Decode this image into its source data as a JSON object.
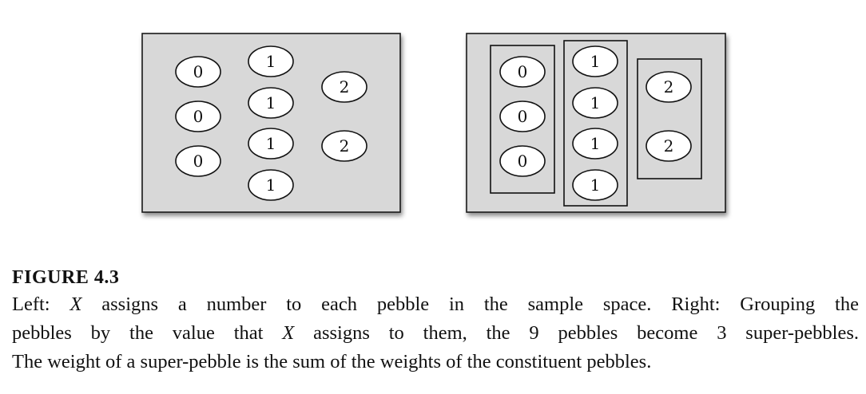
{
  "left_panel": {
    "columns": [
      {
        "value": "0",
        "pebbles": 3
      },
      {
        "value": "1",
        "pebbles": 4
      },
      {
        "value": "2",
        "pebbles": 2
      }
    ]
  },
  "right_panel": {
    "groups": [
      {
        "value": "0",
        "pebbles": 3
      },
      {
        "value": "1",
        "pebbles": 4
      },
      {
        "value": "2",
        "pebbles": 2
      }
    ]
  },
  "caption": {
    "label": "FIGURE 4.3",
    "lines": [
      "Left: X assigns a number to each pebble in the sample space. Right: Grouping the",
      "pebbles by the value that X assigns to them, the 9 pebbles become 3 super-pebbles.",
      "The weight of a super-pebble is the sum of the weights of the constituent pebbles."
    ]
  }
}
